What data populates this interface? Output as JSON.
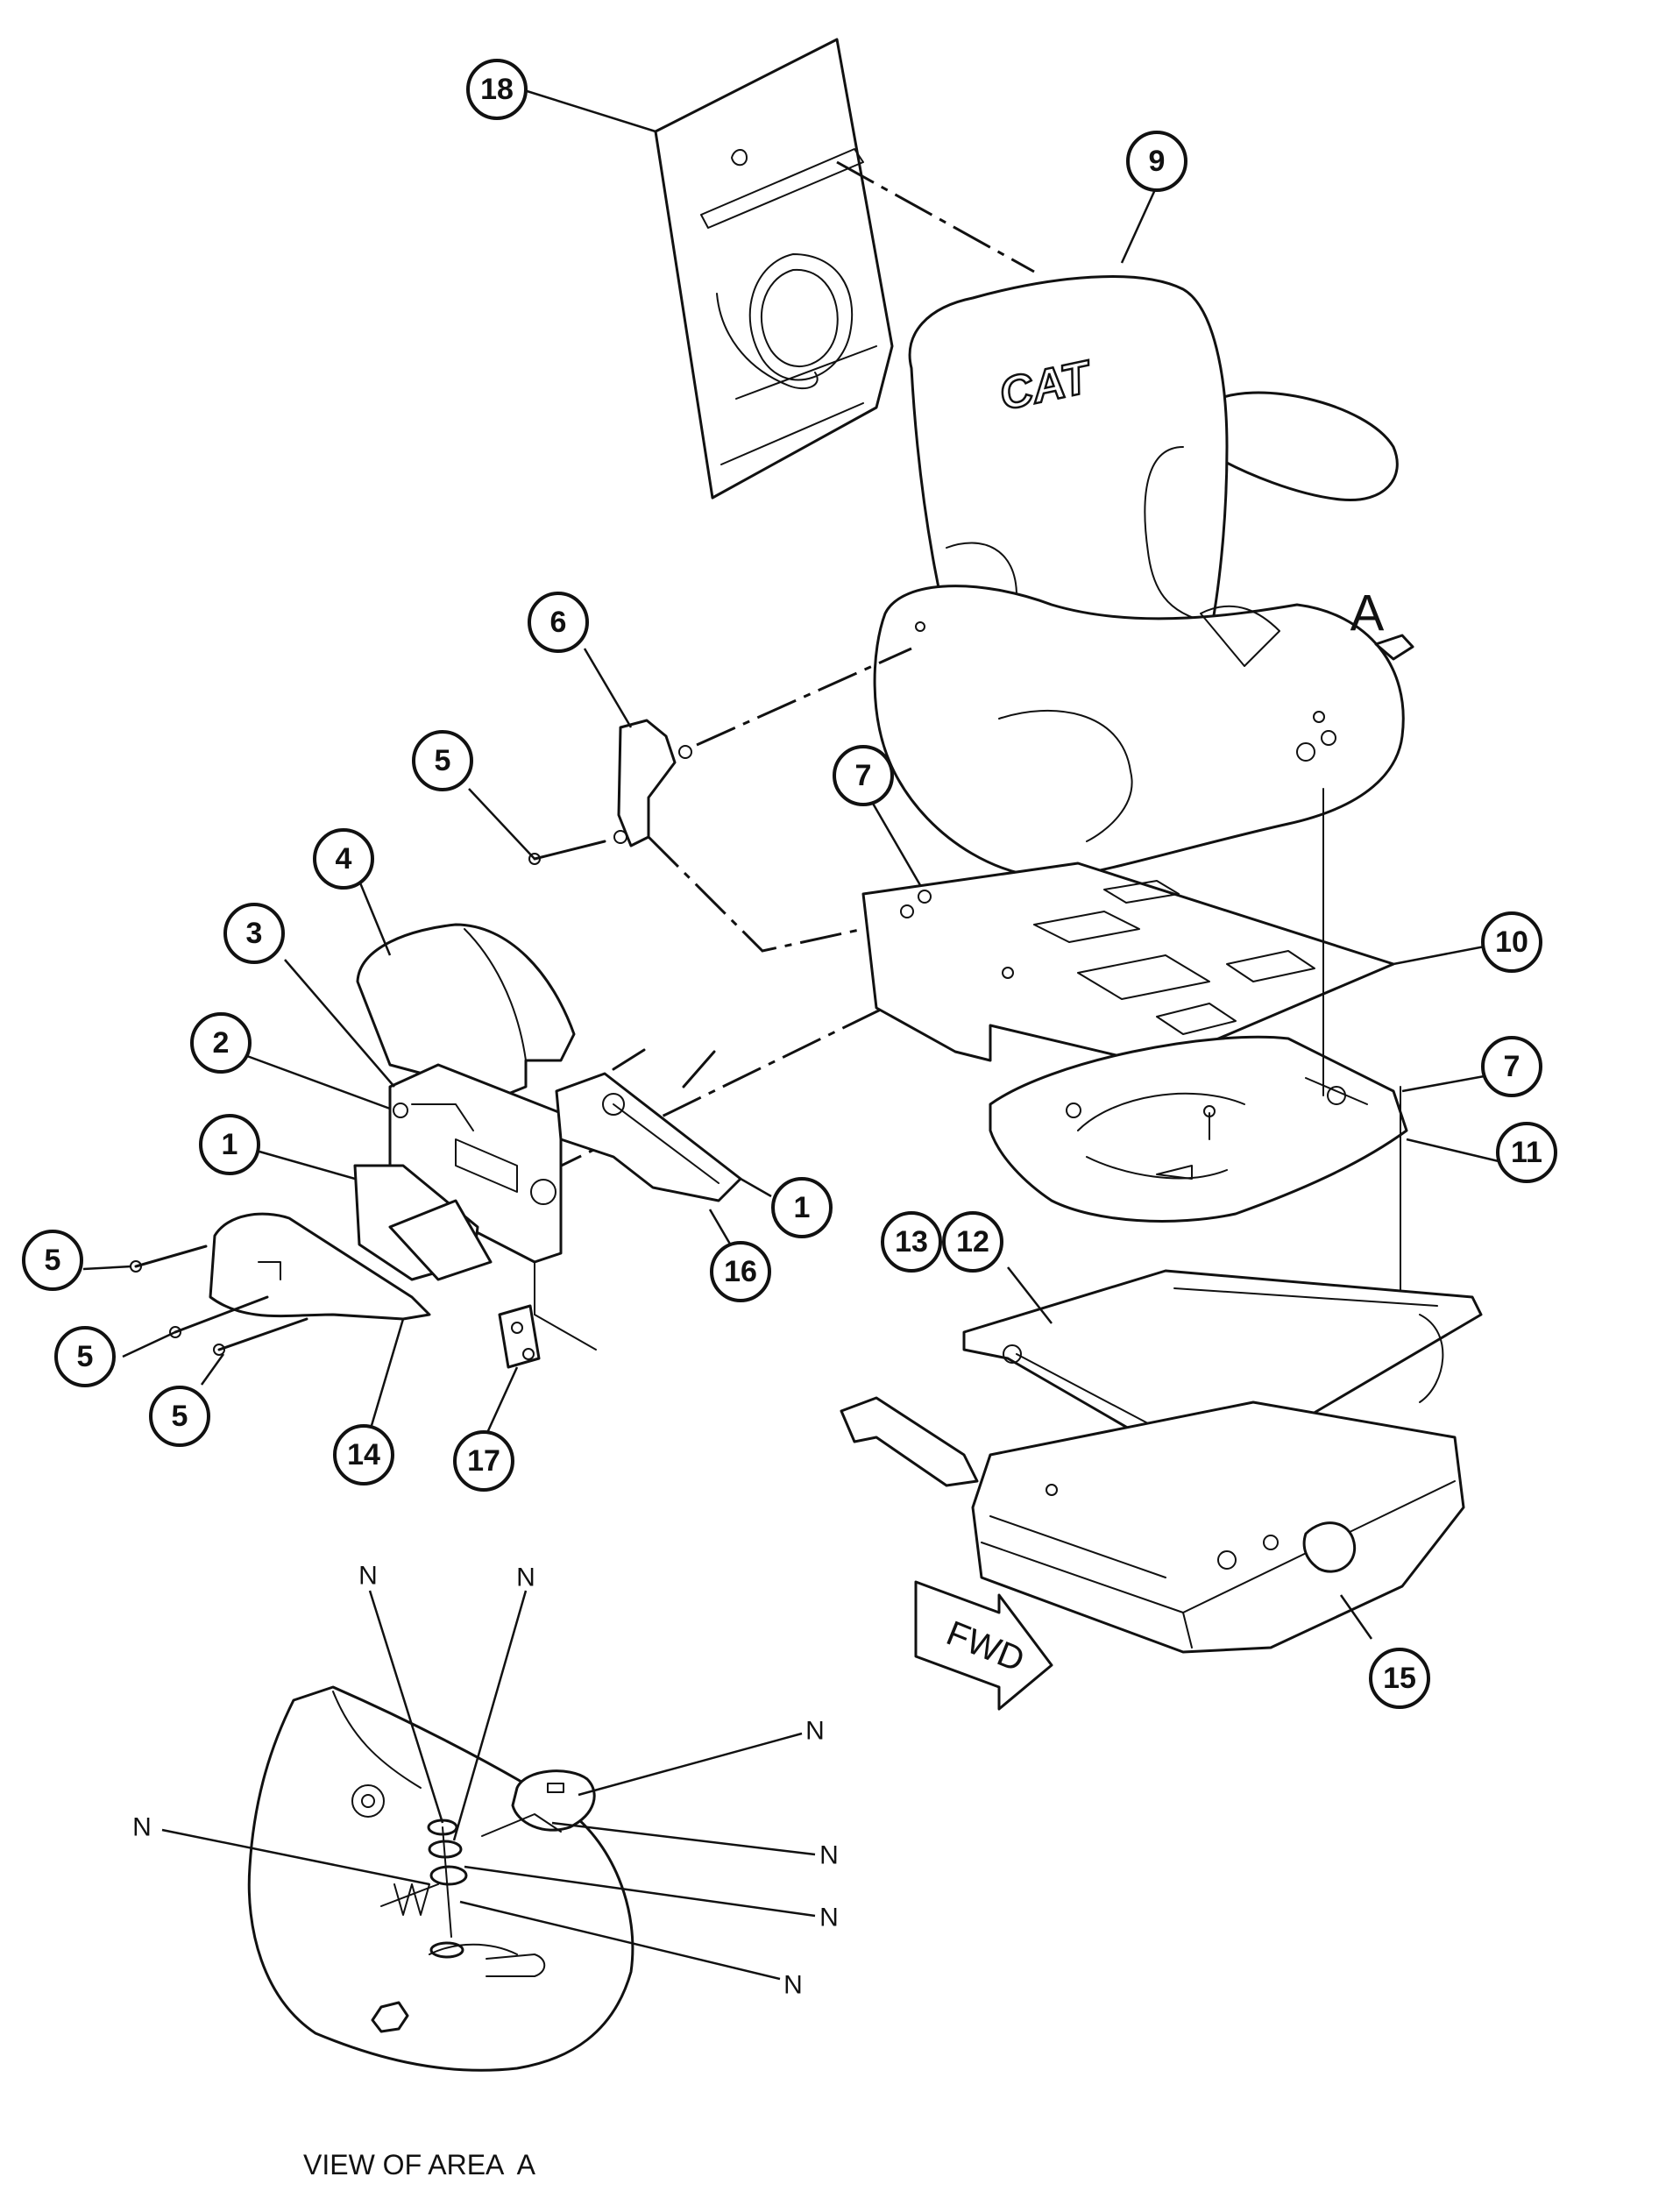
{
  "callouts": [
    "18",
    "9",
    "6",
    "5",
    "7",
    "4",
    "3",
    "2",
    "1",
    "10",
    "7",
    "11",
    "1",
    "16",
    "5",
    "5",
    "5",
    "14",
    "17",
    "13",
    "12",
    "15"
  ],
  "view_marker": "A",
  "logo_text": "CAT",
  "fwd_label": "FWD",
  "detail_labels": [
    "N",
    "N",
    "N",
    "N",
    "N",
    "N",
    "N"
  ],
  "view_caption": "VIEW OF AREA  A"
}
